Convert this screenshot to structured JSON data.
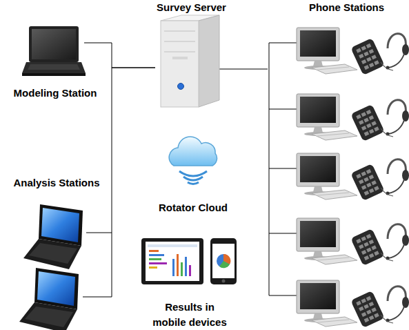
{
  "diagram": {
    "nodes": [
      {
        "text": [
          "Survey Server"
        ]
      },
      {
        "text": [
          "Modeling Station"
        ]
      },
      {
        "text": [
          "Analysis Stations"
        ]
      },
      {
        "text": [
          "Phone Stations"
        ]
      },
      {
        "text": [
          "Rotator Cloud"
        ]
      },
      {
        "text": [
          "Results in mobile devices"
        ]
      }
    ],
    "edges": [
      {
        "from": 1,
        "to": 0,
        "arrow": "none"
      },
      {
        "from": 2,
        "to": 0,
        "arrow": "none"
      },
      {
        "from": 0,
        "to": 3,
        "arrow": "none"
      }
    ]
  }
}
